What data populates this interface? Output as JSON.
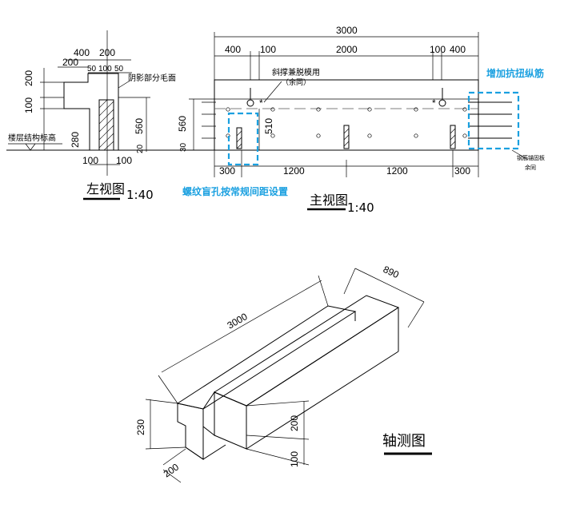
{
  "left_view": {
    "dims_top": [
      "400",
      "200",
      "200",
      "50",
      "100",
      "50"
    ],
    "dims_left": [
      "200",
      "100",
      "280"
    ],
    "dim_right": "560",
    "dim_bottom": [
      "100",
      "100"
    ],
    "annotation_shadow": "阴影部分毛面",
    "annotation_floor": "楼层结构标高",
    "title": "左视图",
    "scale": "1:40"
  },
  "front_view": {
    "dim_total": "3000",
    "dims_top": [
      "400",
      "100",
      "2000",
      "100",
      "400"
    ],
    "dim_left": "560",
    "dim_left_small": "30",
    "dim_inner": "510",
    "dims_bottom": [
      "300",
      "1200",
      "1200",
      "300"
    ],
    "annotation_inclined": "斜撑兼脱模用",
    "annotation_same": "（余同）",
    "annotation_rebar1": "钢筋锚固板",
    "annotation_rebar2": "余同",
    "callout_torsion": "增加抗扭纵筋",
    "callout_holes": "螺纹盲孔按常规间距设置",
    "title": "主视图",
    "scale": "1:40"
  },
  "axonometric": {
    "dim_length": "3000",
    "dim_width": "890",
    "dim_height": "230",
    "dim_step": "200",
    "dim_lower": "100",
    "dim_bottom": "200",
    "title": "轴测图"
  }
}
